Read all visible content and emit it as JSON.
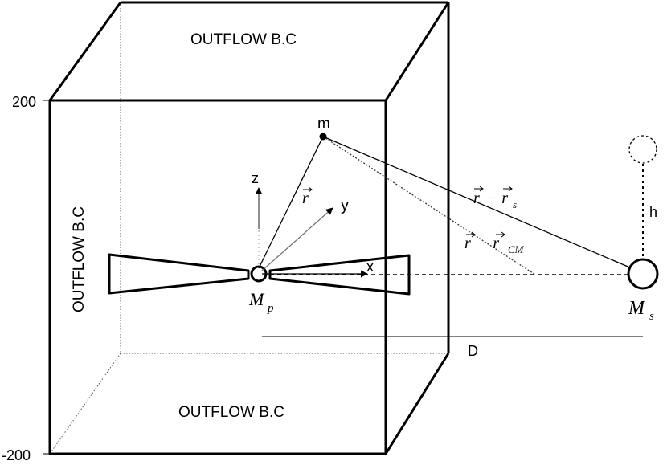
{
  "box": {
    "top_label": "OUTFLOW B.C",
    "left_label": "OUTFLOW B.C",
    "bottom_label": "OUTFLOW B.C"
  },
  "axis": {
    "top_value": "200",
    "bottom_value": "-200"
  },
  "coords": {
    "z": "z",
    "y": "y",
    "x": "x"
  },
  "labels": {
    "m": "m",
    "r": "r",
    "r_minus_rs": "r − r",
    "r_minus_rs_sub": "s",
    "r_minus_rcm": "r − r",
    "r_minus_rcm_sub": "CM",
    "h": "h",
    "D": "D",
    "Mp": "M",
    "Mp_sub": "p",
    "Ms": "M",
    "Ms_sub": "s"
  }
}
